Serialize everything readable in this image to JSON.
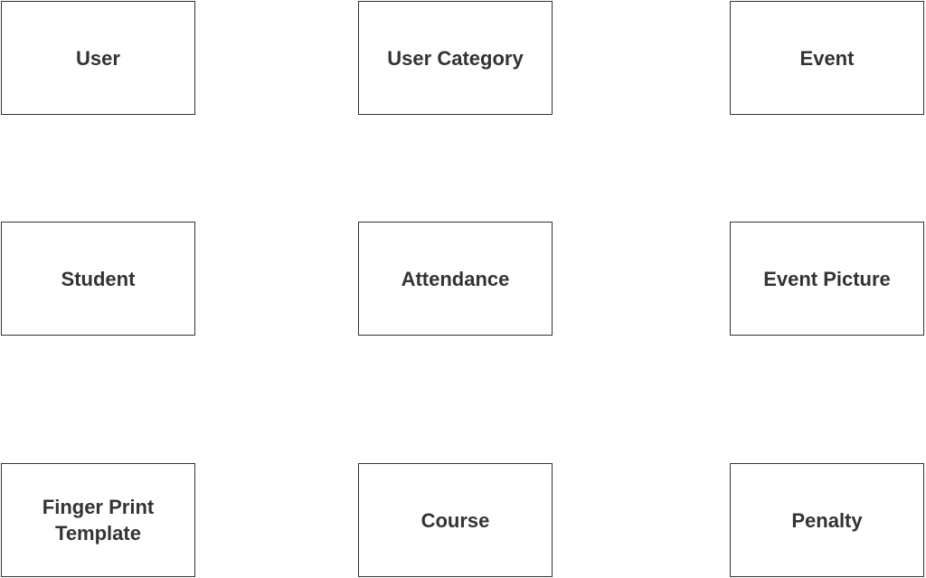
{
  "entities": {
    "user": "User",
    "user_category": "User Category",
    "event": "Event",
    "student": "Student",
    "attendance": "Attendance",
    "event_picture": "Event Picture",
    "finger_print_template": "Finger Print Template",
    "course": "Course",
    "penalty": "Penalty"
  }
}
